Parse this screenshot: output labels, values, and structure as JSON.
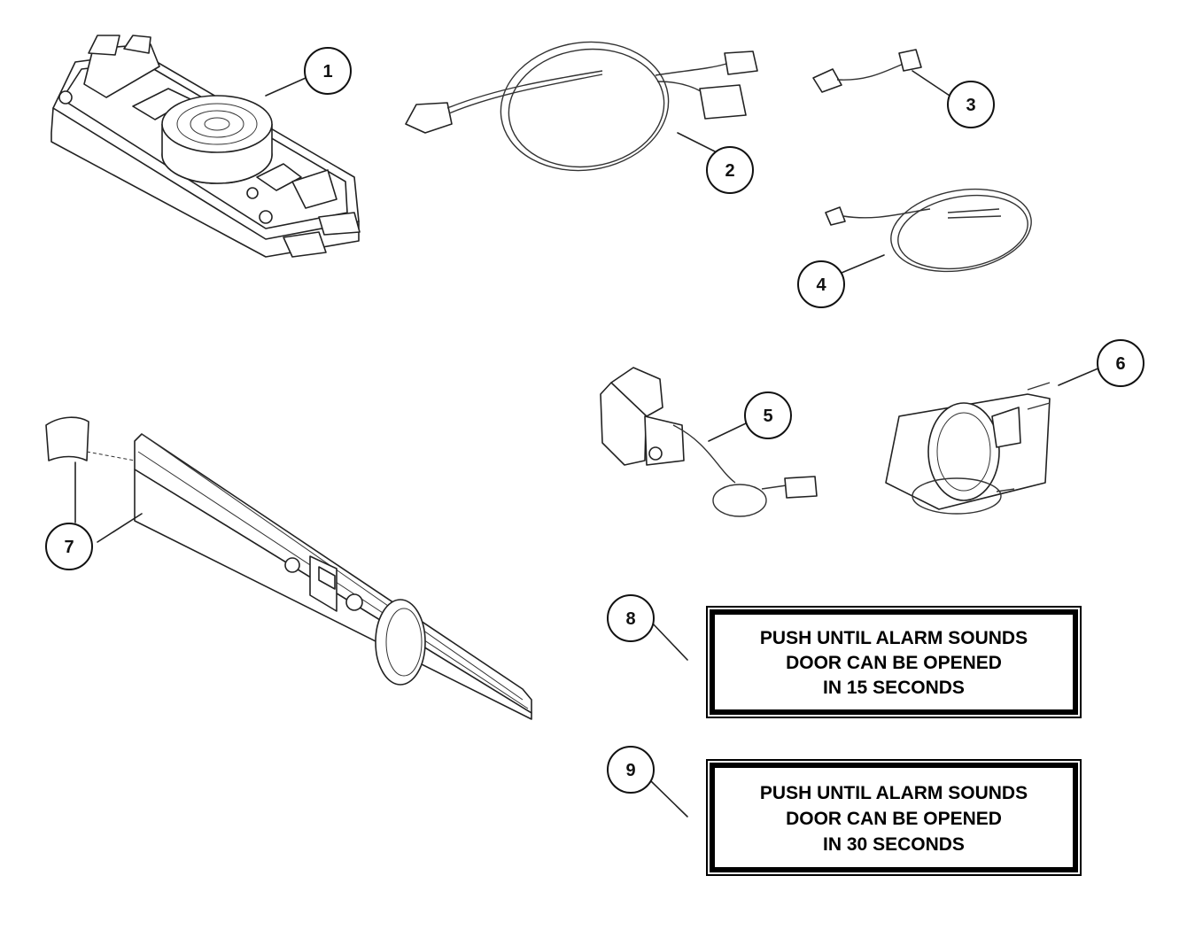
{
  "callouts": [
    "1",
    "2",
    "3",
    "4",
    "5",
    "6",
    "7",
    "8",
    "9"
  ],
  "labels": [
    {
      "lines": [
        "PUSH UNTIL ALARM SOUNDS",
        "DOOR CAN BE OPENED",
        "IN 15 SECONDS"
      ]
    },
    {
      "lines": [
        "PUSH UNTIL ALARM SOUNDS",
        "DOOR CAN BE OPENED",
        "IN 30 SECONDS"
      ]
    }
  ],
  "colors": {
    "ink": "#222222",
    "background": "#ffffff"
  }
}
